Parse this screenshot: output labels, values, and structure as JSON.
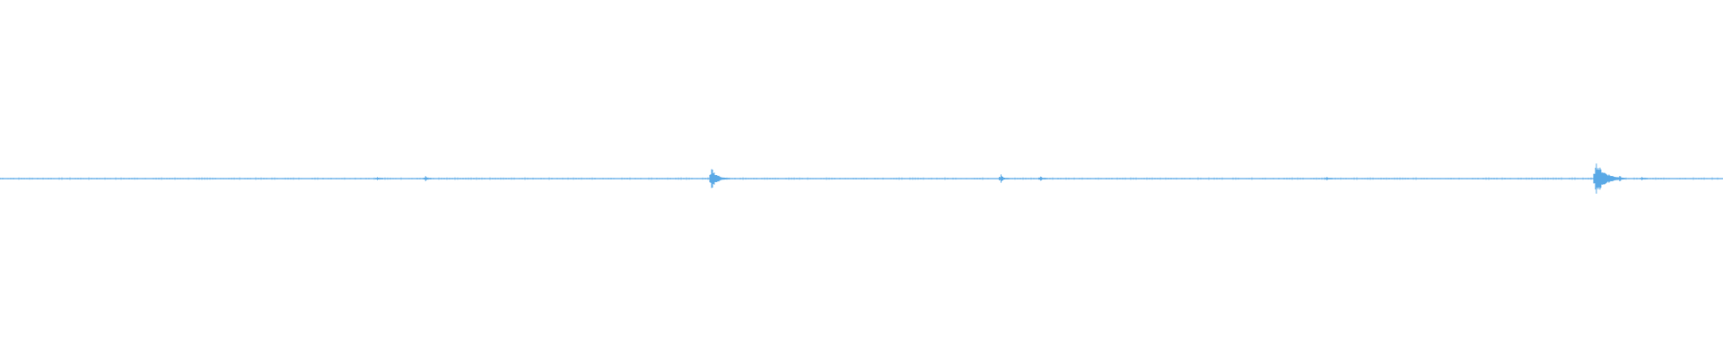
{
  "waveform": {
    "color": "#5aa9e6",
    "peaks": [
      {
        "position": 0.219,
        "amplitude": 0.02
      },
      {
        "position": 0.247,
        "amplitude": 0.03
      },
      {
        "position": 0.413,
        "amplitude": 0.12
      },
      {
        "position": 0.581,
        "amplitude": 0.05
      },
      {
        "position": 0.604,
        "amplitude": 0.03
      },
      {
        "position": 0.77,
        "amplitude": 0.02
      },
      {
        "position": 0.926,
        "amplitude": 0.2
      },
      {
        "position": 0.94,
        "amplitude": 0.04
      },
      {
        "position": 0.953,
        "amplitude": 0.02
      }
    ]
  }
}
